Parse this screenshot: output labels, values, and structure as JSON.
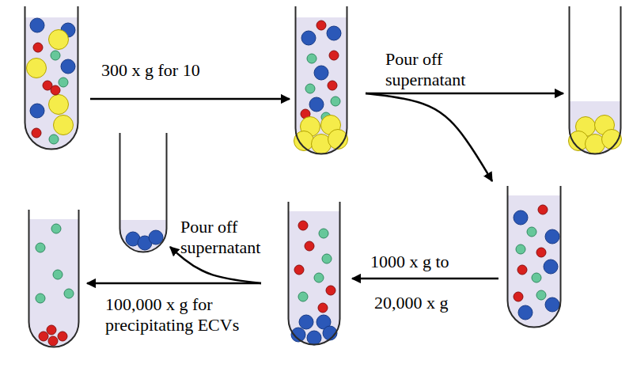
{
  "diagram": {
    "nodes": [
      {
        "text": []
      },
      {
        "text": []
      },
      {
        "text": []
      },
      {
        "text": []
      },
      {
        "text": []
      },
      {
        "text": []
      },
      {
        "text": []
      }
    ],
    "edges": [
      {
        "from": 0,
        "to": 1,
        "arrow": "to",
        "label": "300 x g for 10"
      },
      {
        "from": 1,
        "to": 2,
        "arrow": "to",
        "label": "Pour off supernatant"
      },
      {
        "from": 1,
        "to": 3,
        "arrow": "to"
      },
      {
        "from": 3,
        "to": 4,
        "arrow": "to",
        "label": "1000 x g to"
      },
      {
        "from": 4,
        "to": 5,
        "arrow": "to",
        "label": "Pour off supernatant"
      },
      {
        "from": 4,
        "to": 6,
        "arrow": "to",
        "label": "100,000 x g for precipitating ECVs"
      }
    ],
    "labels": [
      "20,000 x g"
    ]
  }
}
